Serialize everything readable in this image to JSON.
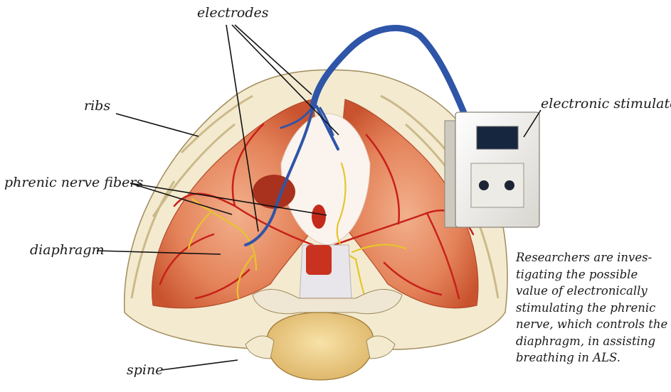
{
  "labels": {
    "electrodes": "electrodes",
    "ribs": "ribs",
    "phrenic_nerve_fibers": "phrenic nerve fibers",
    "diaphragm": "diaphragm",
    "spine": "spine",
    "electronic_stimulator": "electronic stimulator"
  },
  "caption_lines": [
    "Researchers are inves-",
    "tigating the possible",
    "value of electronically",
    "stimulating the phrenic",
    "nerve, which controls the",
    "diaphragm, in assisting",
    "breathing in ALS."
  ],
  "colors": {
    "rib": "#f3ead0",
    "rib_shadow": "#cbb989",
    "muscle": "#e4835a",
    "muscle_dark": "#c8532e",
    "vessel": "#c8201a",
    "nerve": "#e6c62a",
    "wire": "#2f55a8",
    "bone": "#f0d28a",
    "stimulator": "#f2f0ec",
    "display": "#16263f"
  }
}
